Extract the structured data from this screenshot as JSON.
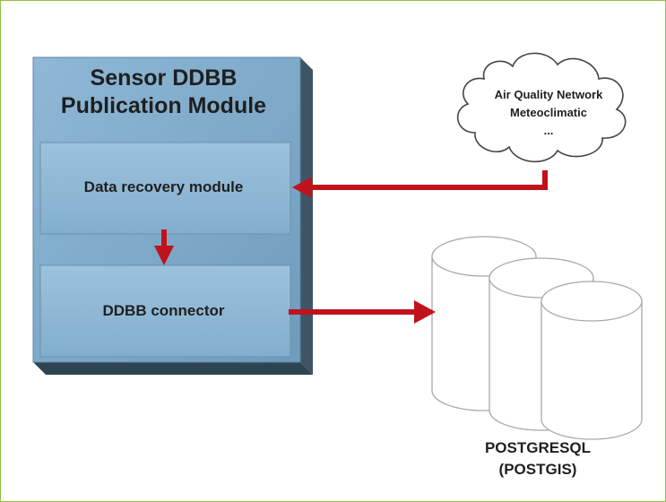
{
  "module": {
    "title_line1": "Sensor DDBB",
    "title_line2": "Publication Module",
    "recovery_label": "Data recovery module",
    "connector_label": "DDBB connector"
  },
  "cloud": {
    "line1": "Air Quality Network",
    "line2": "Meteoclimatic",
    "line3": "..."
  },
  "database": {
    "line1": "POSTGRESQL",
    "line2": "(POSTGIS)"
  },
  "colors": {
    "border": "#8cbf45",
    "module_fill": "#7ea9c8",
    "module_shadow": "#3d5566",
    "arrow": "#c0121c",
    "cylinder_stroke": "#a8a8a8"
  }
}
